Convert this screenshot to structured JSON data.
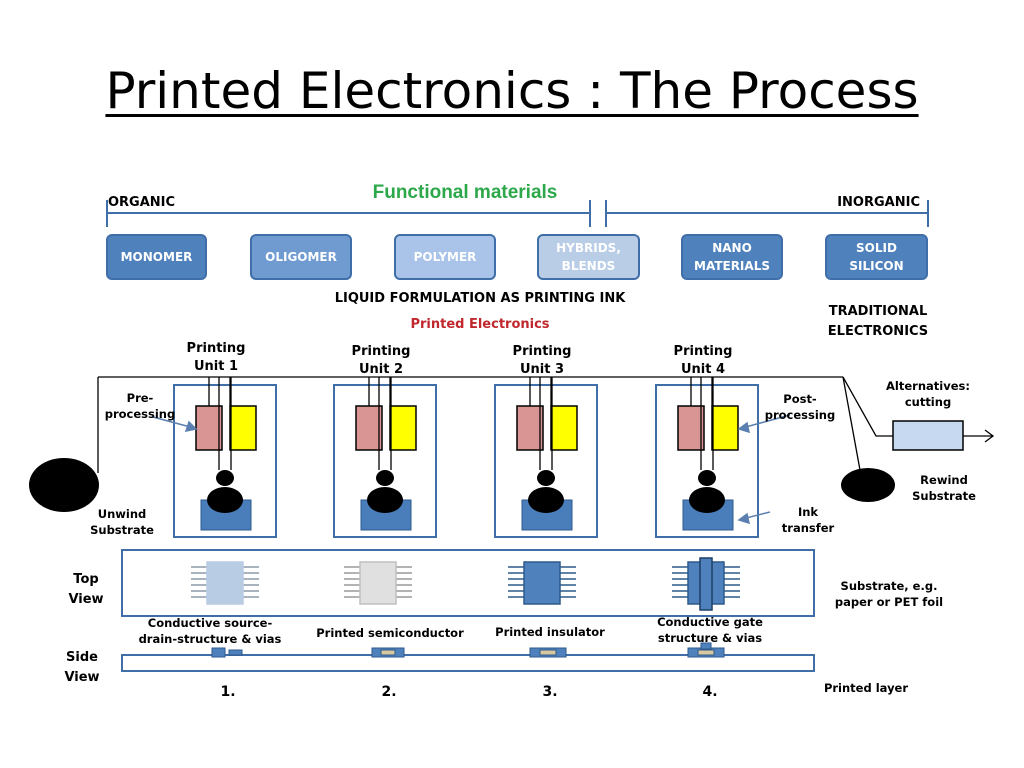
{
  "title": "Printed Electronics : The Process",
  "functional_materials": {
    "heading": "Functional materials",
    "left_label": "ORGANIC",
    "right_label": "INORGANIC",
    "materials": [
      {
        "label": "MONOMER",
        "color": "#4f81bd"
      },
      {
        "label": "OLIGOMER",
        "color": "#6f9bd1"
      },
      {
        "label": "POLYMER",
        "color": "#a9c4e8"
      },
      {
        "label": "HYBRIDS,\nBLENDS",
        "color": "#b9cde6"
      },
      {
        "label": "NANO\nMATERIALS",
        "color": "#4f81bd"
      },
      {
        "label": "SOLID\nSILICON",
        "color": "#4f81bd"
      }
    ],
    "liquid_label": "LIQUID FORMULATION AS PRINTING INK",
    "printed_label": "Printed Electronics",
    "traditional_label": "TRADITIONAL\nELECTRONICS"
  },
  "process": {
    "units": [
      "Printing\nUnit 1",
      "Printing\nUnit 2",
      "Printing\nUnit 3",
      "Printing\nUnit 4"
    ],
    "pre_processing": "Pre-\nprocessing",
    "post_processing": "Post-\nprocessing",
    "alternatives": "Alternatives:\ncutting",
    "unwind": "Unwind\nSubstrate",
    "rewind": "Rewind\nSubstrate",
    "ink_transfer": "Ink transfer"
  },
  "views": {
    "top_view": "Top\nView",
    "side_view": "Side\nView",
    "substrate_note": "Substrate, e.g.\npaper or PET foil",
    "printed_layer": "Printed layer",
    "steps": [
      {
        "number": "1.",
        "caption": "Conductive source-\ndrain-structure  & vias"
      },
      {
        "number": "2.",
        "caption": "Printed semiconductor"
      },
      {
        "number": "3.",
        "caption": "Printed insulator"
      },
      {
        "number": "4.",
        "caption": "Conductive gate\nstructure & vias"
      }
    ]
  },
  "colors": {
    "accent_green": "#2ca84a",
    "accent_red": "#c0282d",
    "frame_blue": "#3f6ea8",
    "roller_blue": "#4a7ebb",
    "ink_pink": "#d99594",
    "ink_yellow": "#ffff00"
  }
}
